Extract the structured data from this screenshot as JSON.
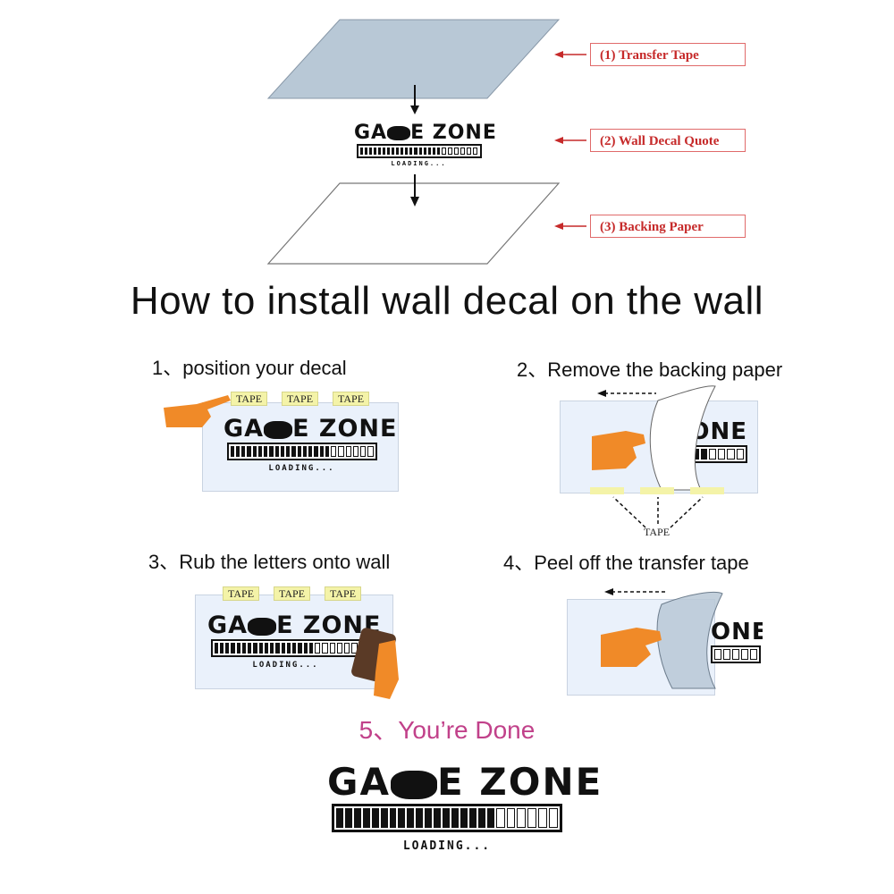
{
  "layers": {
    "labels": [
      "(1) Transfer Tape",
      "(2) Wall Decal Quote",
      "(3) Backing Paper"
    ],
    "colors": {
      "tape_sheet": "#b8c8d6",
      "label_red": "#c62a2a",
      "arrow_red": "#c62a2a"
    }
  },
  "title": "How to install wall decal  on the wall",
  "decal": {
    "word_left": "GA",
    "word_right": "E ZONE",
    "loading": "LOADING...",
    "filled_segments": 18,
    "total_segments": 24
  },
  "steps": [
    {
      "label": "1、position your decal",
      "tapes": [
        "TAPE",
        "TAPE",
        "TAPE"
      ]
    },
    {
      "label": "2、Remove the backing paper",
      "tape_note": "TAPE"
    },
    {
      "label": "3、Rub the letters onto wall",
      "tapes": [
        "TAPE",
        "TAPE",
        "TAPE"
      ]
    },
    {
      "label": "4、Peel off the transfer tape"
    }
  ],
  "done": "5、You’re Done",
  "colors": {
    "hand": "#f08a28",
    "panel": "#eaf1fb",
    "done_pink": "#c1418a",
    "squeegee": "#5a3a26"
  }
}
